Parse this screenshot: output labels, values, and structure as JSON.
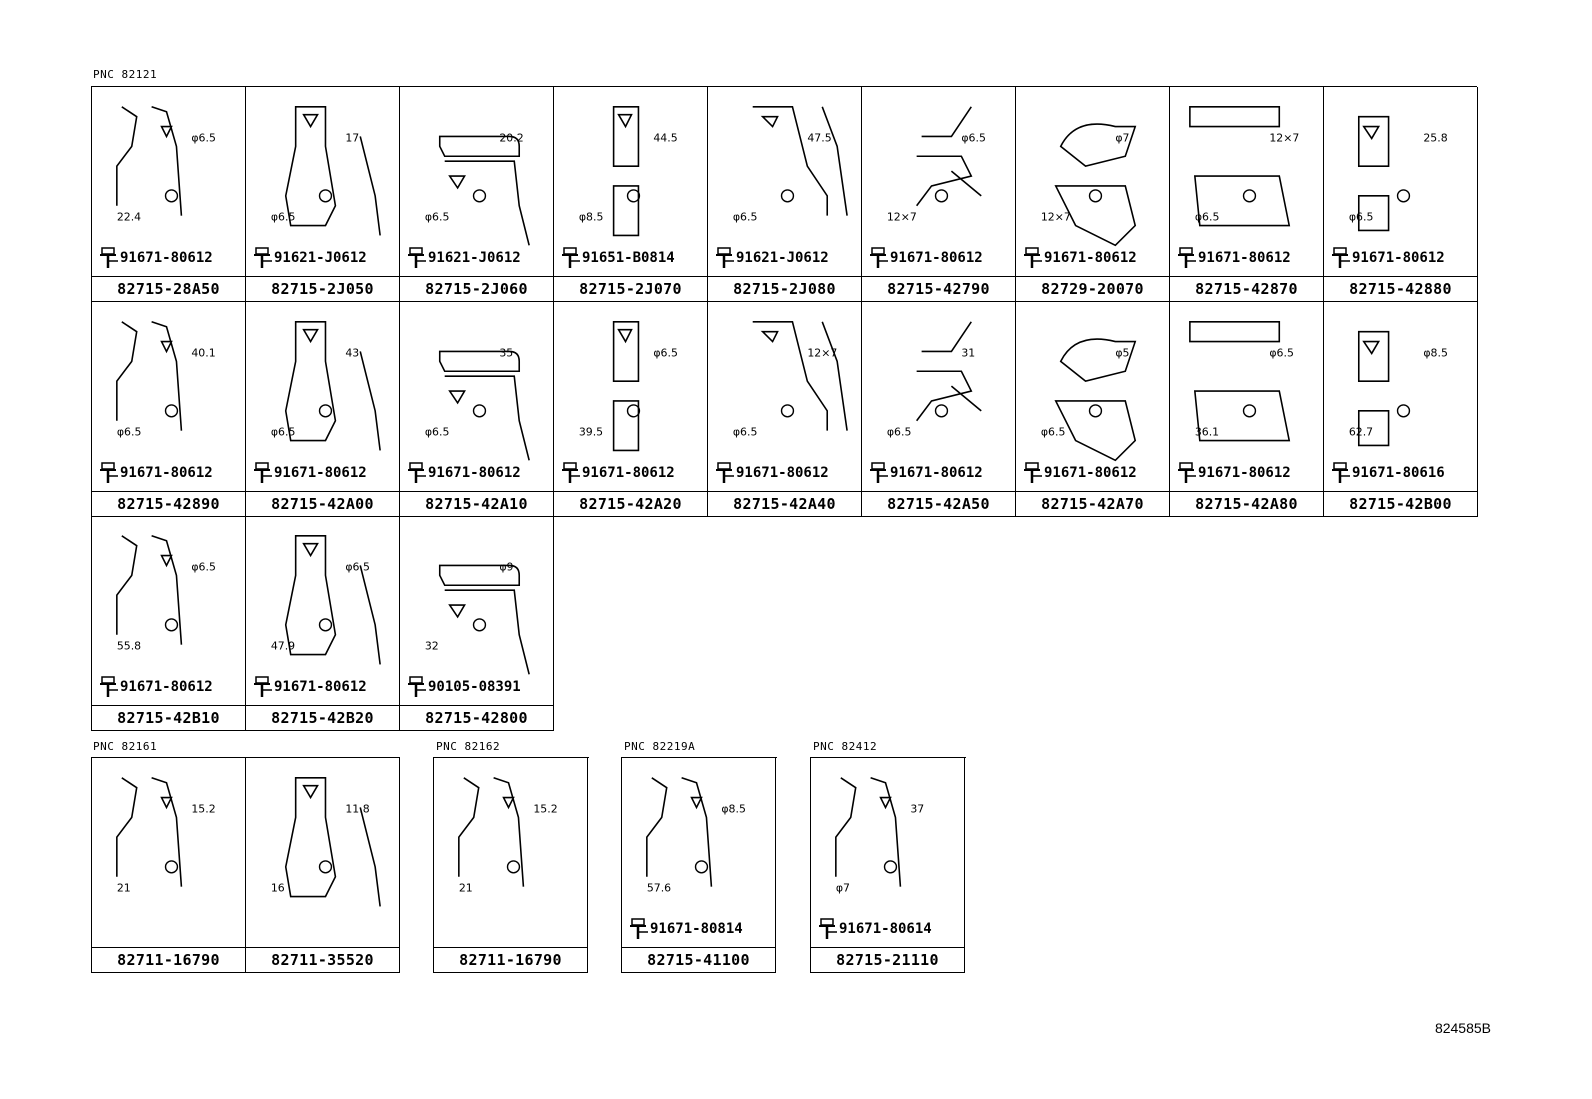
{
  "groups": [
    {
      "pnc": "PNC 82121",
      "cells": [
        {
          "part": "82715-28A50",
          "bolt": "91671-80612",
          "dims": [
            "φ6.5",
            "22.4"
          ]
        },
        {
          "part": "82715-2J050",
          "bolt": "91621-J0612",
          "dims": [
            "17",
            "φ6.5"
          ]
        },
        {
          "part": "82715-2J060",
          "bolt": "91621-J0612",
          "dims": [
            "20.2",
            "φ6.5"
          ]
        },
        {
          "part": "82715-2J070",
          "bolt": "91651-B0814",
          "dims": [
            "44.5",
            "φ8.5"
          ]
        },
        {
          "part": "82715-2J080",
          "bolt": "91621-J0612",
          "dims": [
            "47.5",
            "φ6.5"
          ]
        },
        {
          "part": "82715-42790",
          "bolt": "91671-80612",
          "dims": [
            "φ6.5",
            "12×7"
          ]
        },
        {
          "part": "82729-20070",
          "bolt": "91671-80612",
          "dims": [
            "φ7",
            "12×7"
          ]
        },
        {
          "part": "82715-42870",
          "bolt": "91671-80612",
          "dims": [
            "12×7",
            "φ6.5"
          ]
        },
        {
          "part": "82715-42880",
          "bolt": "91671-80612",
          "dims": [
            "25.8",
            "φ6.5"
          ]
        },
        {
          "part": "82715-42890",
          "bolt": "91671-80612",
          "dims": [
            "40.1",
            "φ6.5"
          ]
        },
        {
          "part": "82715-42A00",
          "bolt": "91671-80612",
          "dims": [
            "43",
            "φ6.5"
          ]
        },
        {
          "part": "82715-42A10",
          "bolt": "91671-80612",
          "dims": [
            "35",
            "φ6.5"
          ]
        },
        {
          "part": "82715-42A20",
          "bolt": "91671-80612",
          "dims": [
            "φ6.5",
            "39.5"
          ]
        },
        {
          "part": "82715-42A40",
          "bolt": "91671-80612",
          "dims": [
            "12×7",
            "φ6.5"
          ]
        },
        {
          "part": "82715-42A50",
          "bolt": "91671-80612",
          "dims": [
            "31",
            "φ6.5"
          ]
        },
        {
          "part": "82715-42A70",
          "bolt": "91671-80612",
          "dims": [
            "φ5",
            "φ6.5"
          ]
        },
        {
          "part": "82715-42A80",
          "bolt": "91671-80612",
          "dims": [
            "φ6.5",
            "36.1"
          ]
        },
        {
          "part": "82715-42B00",
          "bolt": "91671-80616",
          "dims": [
            "φ8.5",
            "62.7"
          ]
        },
        {
          "part": "82715-42B10",
          "bolt": "91671-80612",
          "dims": [
            "φ6.5",
            "55.8"
          ]
        },
        {
          "part": "82715-42B20",
          "bolt": "91671-80612",
          "dims": [
            "φ6.5",
            "47.9"
          ]
        },
        {
          "part": "82715-42800",
          "bolt": "90105-08391",
          "dims": [
            "φ9",
            "32"
          ]
        }
      ]
    },
    {
      "pnc": "PNC 82161",
      "cells": [
        {
          "part": "82711-16790",
          "bolt": "",
          "dims": [
            "15.2",
            "21"
          ]
        },
        {
          "part": "82711-35520",
          "bolt": "",
          "dims": [
            "11.8",
            "16"
          ]
        }
      ]
    },
    {
      "pnc": "PNC 82162",
      "cells": [
        {
          "part": "82711-16790",
          "bolt": "",
          "dims": [
            "15.2",
            "21"
          ]
        }
      ]
    },
    {
      "pnc": "PNC 82219A",
      "cells": [
        {
          "part": "82715-41100",
          "bolt": "91671-80814",
          "dims": [
            "φ8.5",
            "57.6"
          ]
        }
      ]
    },
    {
      "pnc": "PNC 82412",
      "cells": [
        {
          "part": "82715-21110",
          "bolt": "91671-80614",
          "dims": [
            "37",
            "φ7"
          ]
        }
      ]
    }
  ],
  "figure_id": "824585B"
}
